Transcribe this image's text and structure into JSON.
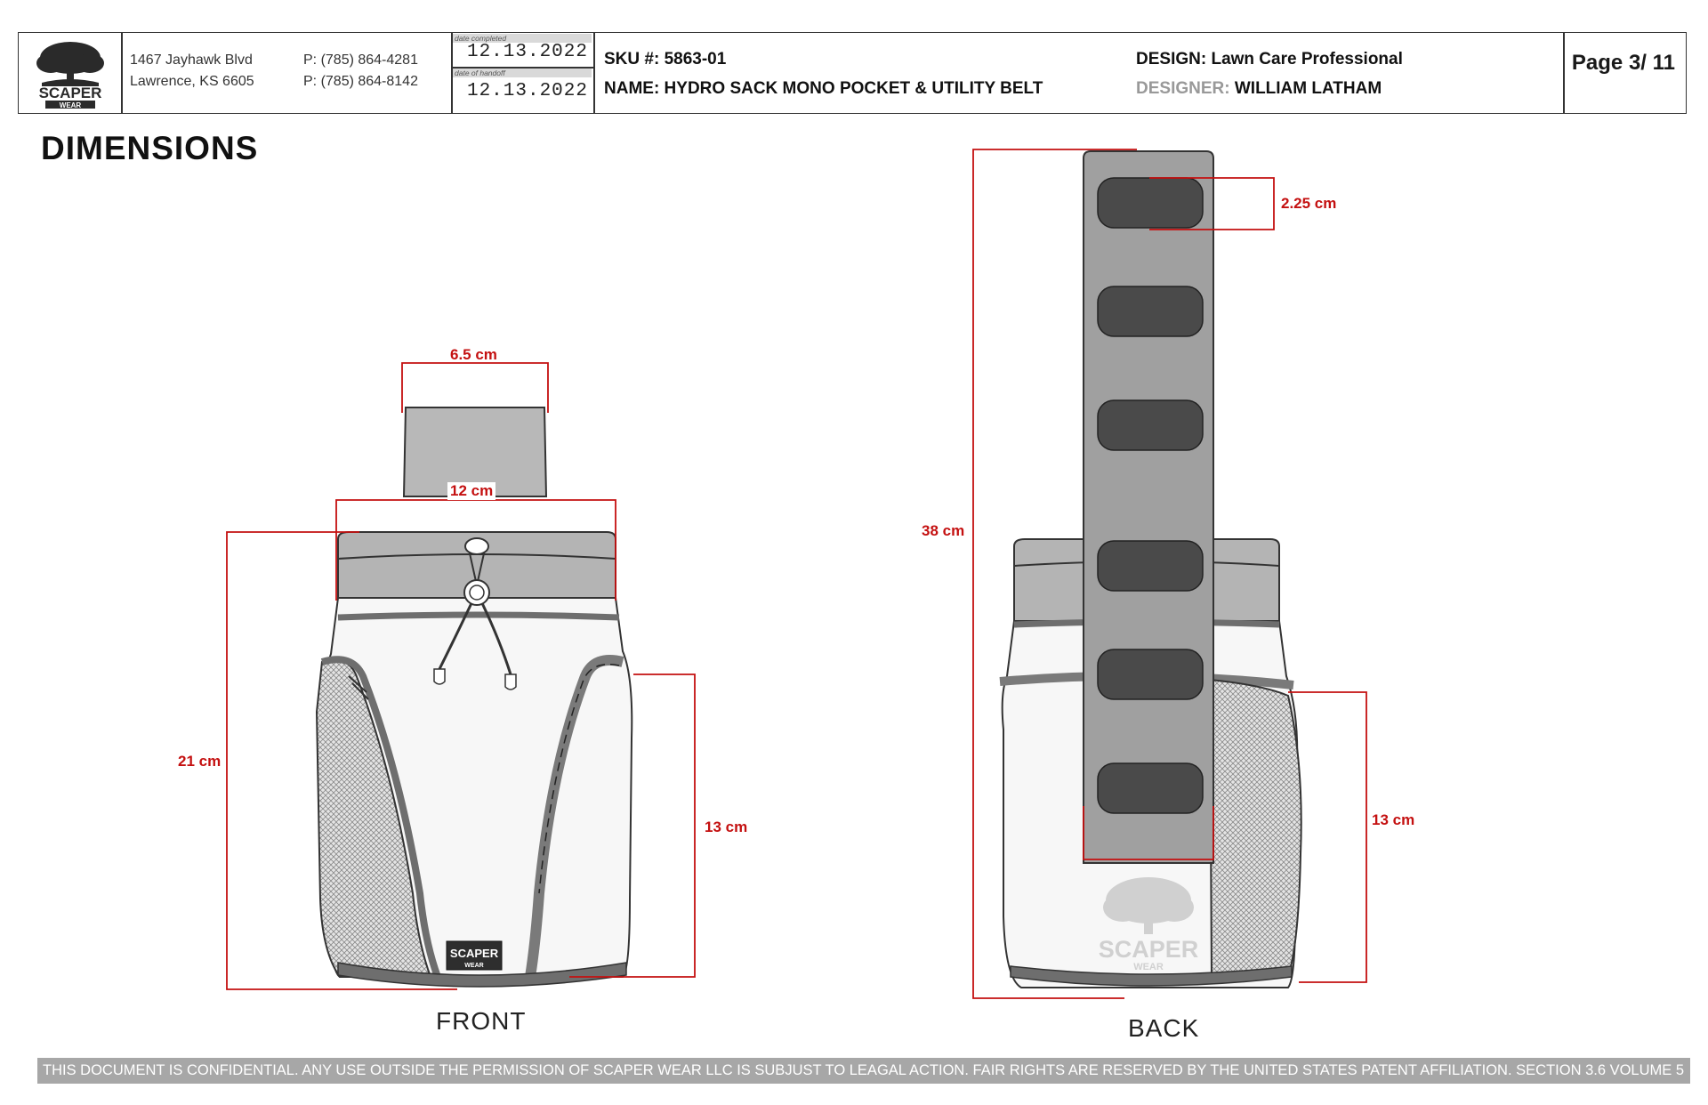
{
  "header": {
    "logo_text": "SCAPER",
    "logo_subtext": "WEAR",
    "address_line1": "1467 Jayhawk Blvd",
    "address_line2": "Lawrence, KS 6605",
    "phone1": "P: (785) 864-4281",
    "phone2": "P: (785) 864-8142",
    "date_completed_caption": "date completed",
    "date_completed": "12.13.2022",
    "date_handoff_caption": "date of handoff",
    "date_handoff": "12.13.2022",
    "sku": "SKU #: 5863-01",
    "name": "NAME: HYDRO SACK MONO POCKET & UTILITY BELT",
    "design_label": "DESIGN:",
    "design_value": "Lawn Care Professional",
    "designer_label": "DESIGNER:",
    "designer_value": "WILLIAM LATHAM",
    "page": "Page 3/ 11"
  },
  "title": "DIMENSIONS",
  "front": {
    "view_label": "FRONT",
    "dimensions": {
      "top_width": "6.5 cm",
      "collar_width": "12 cm",
      "height": "21 cm",
      "pocket_height": "13 cm"
    },
    "badge_text": "SCAPER",
    "badge_subtext": "WEAR"
  },
  "back": {
    "view_label": "BACK",
    "dimensions": {
      "slot_height": "2.25 cm",
      "strap_length": "38 cm",
      "pocket_height": "13 cm"
    },
    "watermark_text": "SCAPER",
    "watermark_subtext": "WEAR"
  },
  "footer": {
    "text": "THIS DOCUMENT IS CONFIDENTIAL. ANY USE OUTSIDE THE PERMISSION OF SCAPER WEAR LLC IS SUBJUST TO LEAGAL ACTION.  FAIR RIGHTS ARE RESERVED BY THE UNITED STATES PATENT AFFILIATION. SECTION 3.6 VOLUME 5"
  },
  "colors": {
    "dimension_red": "#c41010",
    "panel_grey": "#b4b4b4",
    "strap_grey": "#a0a0a0",
    "slot_dark": "#4a4a4a",
    "trim_grey": "#6e6e6e",
    "footer_grey": "#a7a7a7"
  }
}
